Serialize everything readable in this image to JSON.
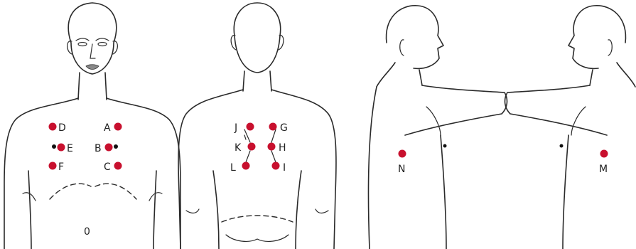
{
  "colors": {
    "electrode": "#c8102e",
    "marker": "#111111",
    "line": "#2a2a2a"
  },
  "views": {
    "front": {
      "label": "0",
      "points": [
        {
          "id": "D",
          "label": "D"
        },
        {
          "id": "E",
          "label": "E"
        },
        {
          "id": "F",
          "label": "F"
        },
        {
          "id": "A",
          "label": "A"
        },
        {
          "id": "B",
          "label": "B"
        },
        {
          "id": "C",
          "label": "C"
        }
      ]
    },
    "back": {
      "points": [
        {
          "id": "J",
          "label": "J"
        },
        {
          "id": "K",
          "label": "K"
        },
        {
          "id": "L",
          "label": "L"
        },
        {
          "id": "G",
          "label": "G"
        },
        {
          "id": "H",
          "label": "H"
        },
        {
          "id": "I",
          "label": "I"
        }
      ]
    },
    "side_right": {
      "points": [
        {
          "id": "N",
          "label": "N"
        }
      ]
    },
    "side_left": {
      "points": [
        {
          "id": "M",
          "label": "M"
        }
      ]
    }
  }
}
